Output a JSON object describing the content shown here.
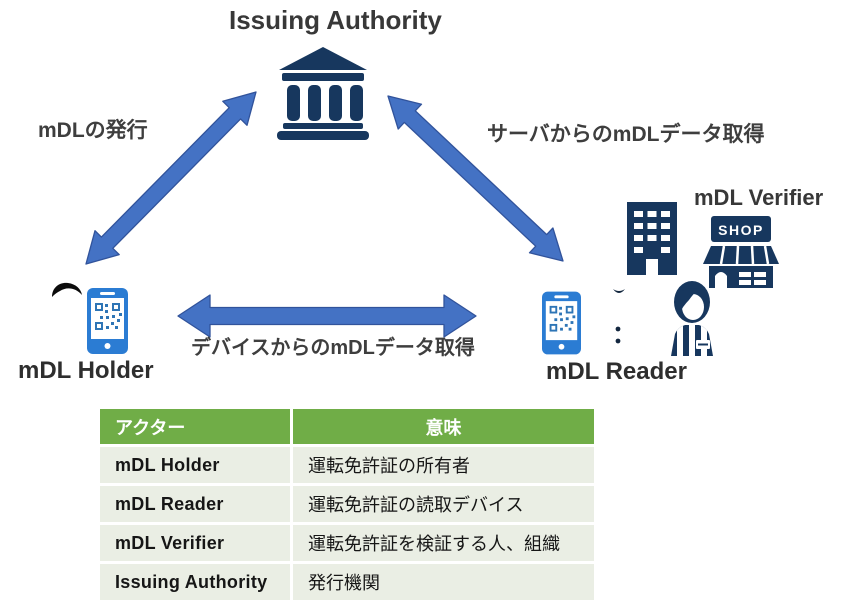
{
  "colors": {
    "navy": "#17375E",
    "phone_blue": "#2B7CD3",
    "qr_blue": "#2E75B6",
    "arrow_blue": "#4472C4",
    "arrow_border": "#31539B",
    "table_header_green": "#70AD47",
    "table_row_bg": "#EAEEE4",
    "label_gray": "#3E3E3E"
  },
  "diagram": {
    "issuing_authority_label": "Issuing Authority",
    "mdl_holder_label": "mDL Holder",
    "mdl_reader_label": "mDL Reader",
    "mdl_verifier_label": "mDL Verifier",
    "arrow_issue_label": "mDLの発行",
    "arrow_server_label": "サーバからのmDLデータ取得",
    "arrow_device_label": "デバイスからのmDLデータ取得",
    "shop_sign_text": "SHOP",
    "icons": [
      "government-building-icon",
      "holder-person-icon",
      "smartphone-qr-icon",
      "smartphone-qr-icon",
      "attendant-person-icon",
      "office-building-icon",
      "shop-storefront-icon",
      "clerk-person-icon"
    ]
  },
  "table": {
    "headers": [
      "アクター",
      "意味"
    ],
    "rows": [
      {
        "actor": "mDL Holder",
        "meaning": "運転免許証の所有者"
      },
      {
        "actor": "mDL Reader",
        "meaning": "運転免許証の読取デバイス"
      },
      {
        "actor": "mDL Verifier",
        "meaning": "運転免許証を検証する人、組織"
      },
      {
        "actor": "Issuing Authority",
        "meaning": "発行機関"
      }
    ]
  }
}
